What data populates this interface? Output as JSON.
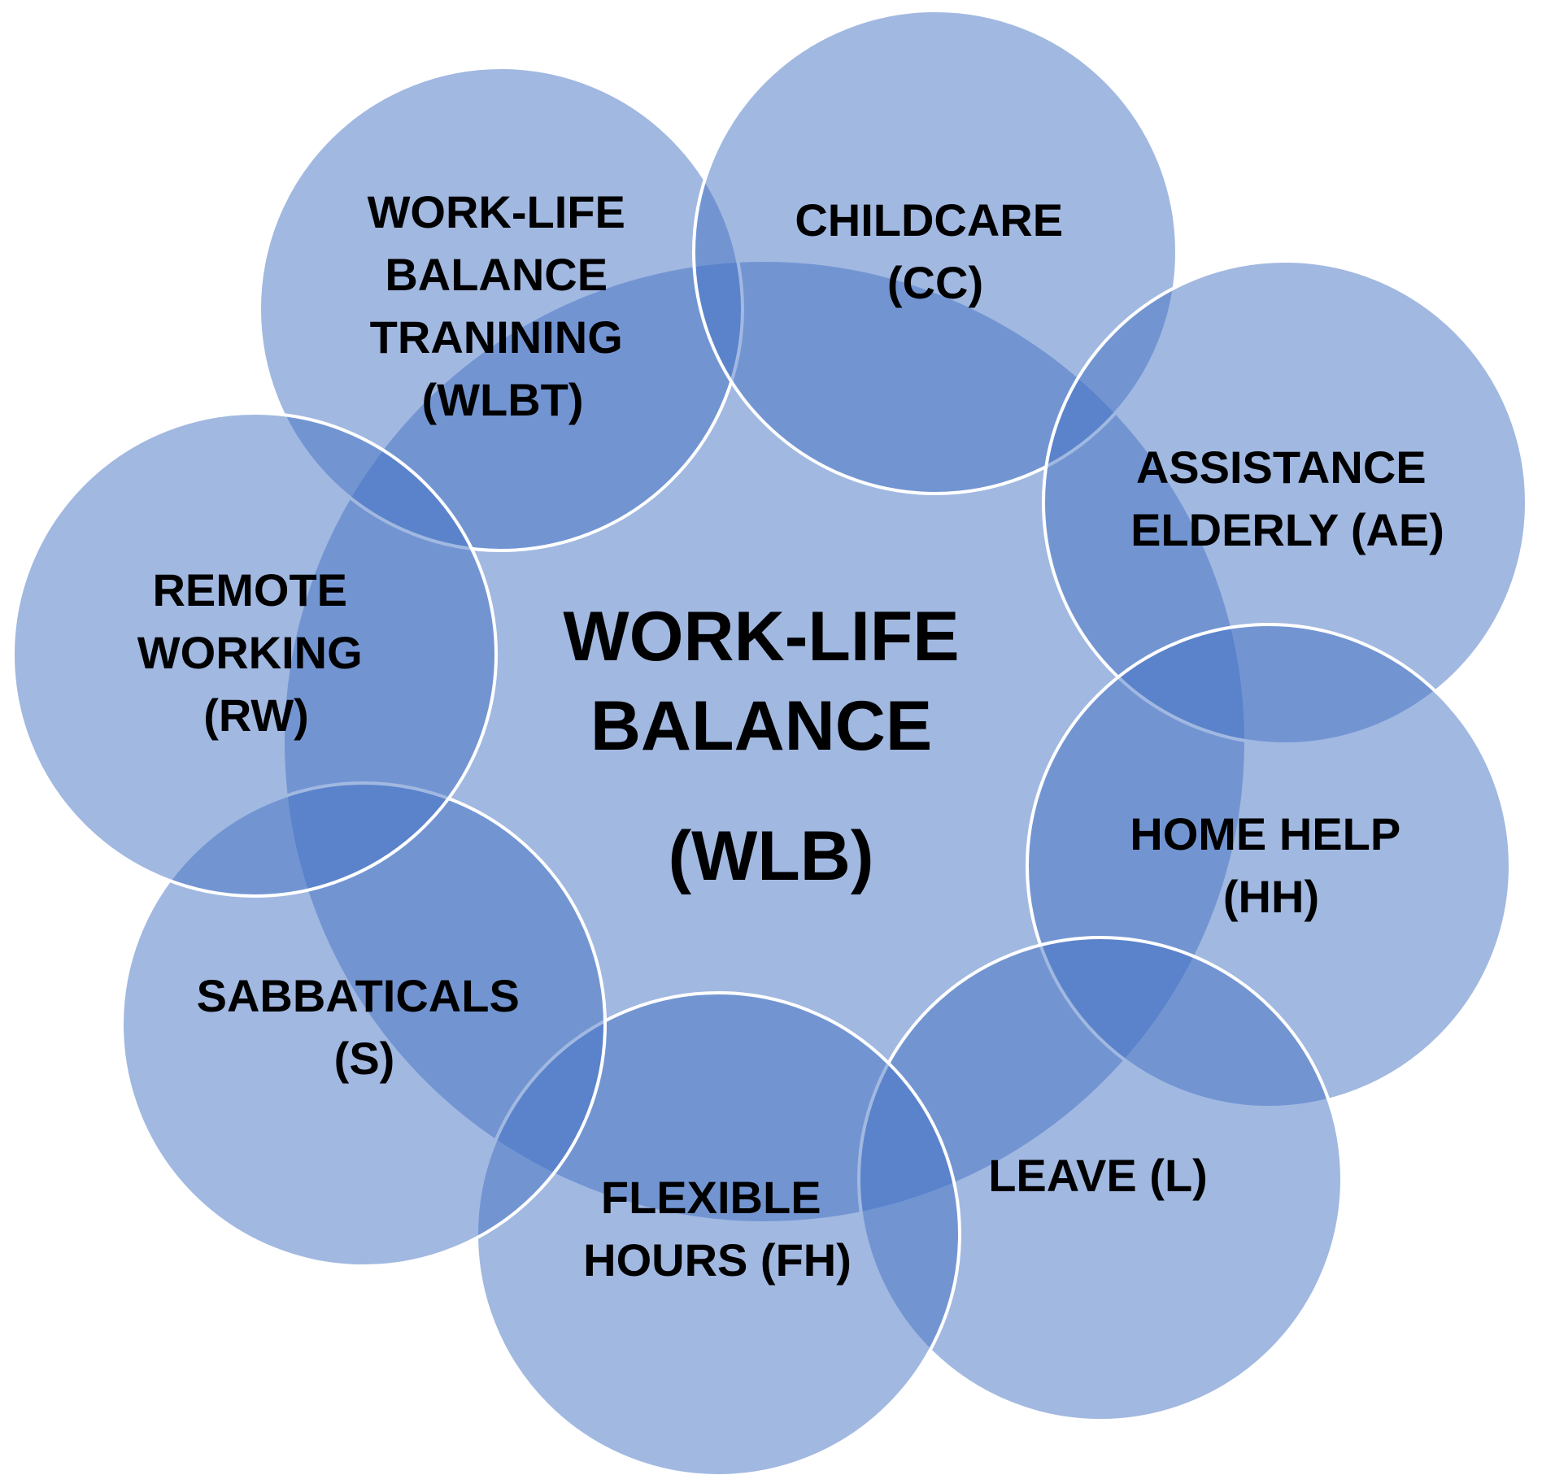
{
  "colors": {
    "circle_fill": "#4472C4",
    "circle_stroke": "#ffffff",
    "text": "#000000",
    "background": "#ffffff"
  },
  "center": {
    "lines": [
      "WORK-LIFE",
      "BALANCE",
      "(WLB)"
    ]
  },
  "satellites": [
    {
      "key": "wlbt",
      "lines": [
        "WORK-LIFE",
        "BALANCE",
        "TRANINING",
        "(WLBT)"
      ]
    },
    {
      "key": "cc",
      "lines": [
        "CHILDCARE",
        "(CC)"
      ]
    },
    {
      "key": "ae",
      "lines": [
        "ASSISTANCE",
        "ELDERLY (AE)"
      ]
    },
    {
      "key": "hh",
      "lines": [
        "HOME HELP",
        "(HH)"
      ]
    },
    {
      "key": "l",
      "lines": [
        "LEAVE (L)"
      ]
    },
    {
      "key": "fh",
      "lines": [
        "FLEXIBLE",
        "HOURS (FH)"
      ]
    },
    {
      "key": "s",
      "lines": [
        "SABBATICALS",
        "(S)"
      ]
    },
    {
      "key": "rw",
      "lines": [
        "REMOTE",
        "WORKING",
        "(RW)"
      ]
    }
  ]
}
